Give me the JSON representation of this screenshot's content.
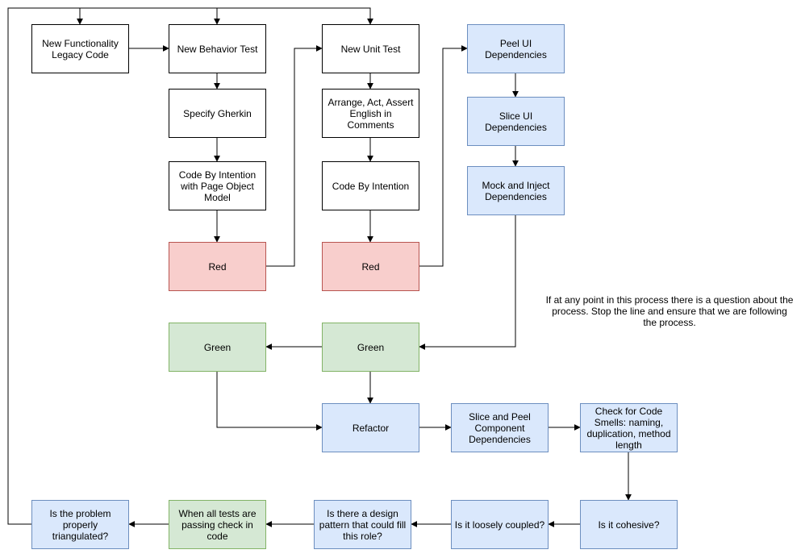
{
  "nodes": {
    "new_functionality": "New Functionality\nLegacy Code",
    "new_behavior_test": "New Behavior Test",
    "specify_gherkin": "Specify Gherkin",
    "code_by_intention_page_object": "Code By Intention\nwith Page Object\nModel",
    "red_behavior": "Red",
    "new_unit_test": "New Unit Test",
    "arrange_act_assert": "Arrange, Act, Assert\nEnglish in Comments",
    "code_by_intention": "Code By Intention",
    "red_unit": "Red",
    "peel_ui": "Peel UI\nDependencies",
    "slice_ui": "Slice UI\nDependencies",
    "mock_inject": "Mock and Inject\nDependencies",
    "green_left": "Green",
    "green_right": "Green",
    "refactor": "Refactor",
    "slice_peel_component": "Slice and Peel\nComponent\nDependencies",
    "check_code_smells": "Check for Code\nSmells: naming,\nduplication, method\nlength",
    "is_cohesive": "Is it cohesive?",
    "loosely_coupled": "Is it loosely coupled?",
    "design_pattern": "Is there a design\npattern that could fill\nthis role?",
    "all_tests_passing": "When all tests are\npassing check in\ncode",
    "properly_triangulated": "Is the problem\nproperly\ntriangulated?"
  },
  "note": "If at any point in this process there is a question about the\nprocess.  Stop the line and ensure that we are following\nthe process.",
  "colors": {
    "edge": "#000000",
    "white_fill": "#ffffff",
    "red_fill": "#f8cecc",
    "green_fill": "#d5e8d4",
    "blue_fill": "#dae8fc"
  }
}
